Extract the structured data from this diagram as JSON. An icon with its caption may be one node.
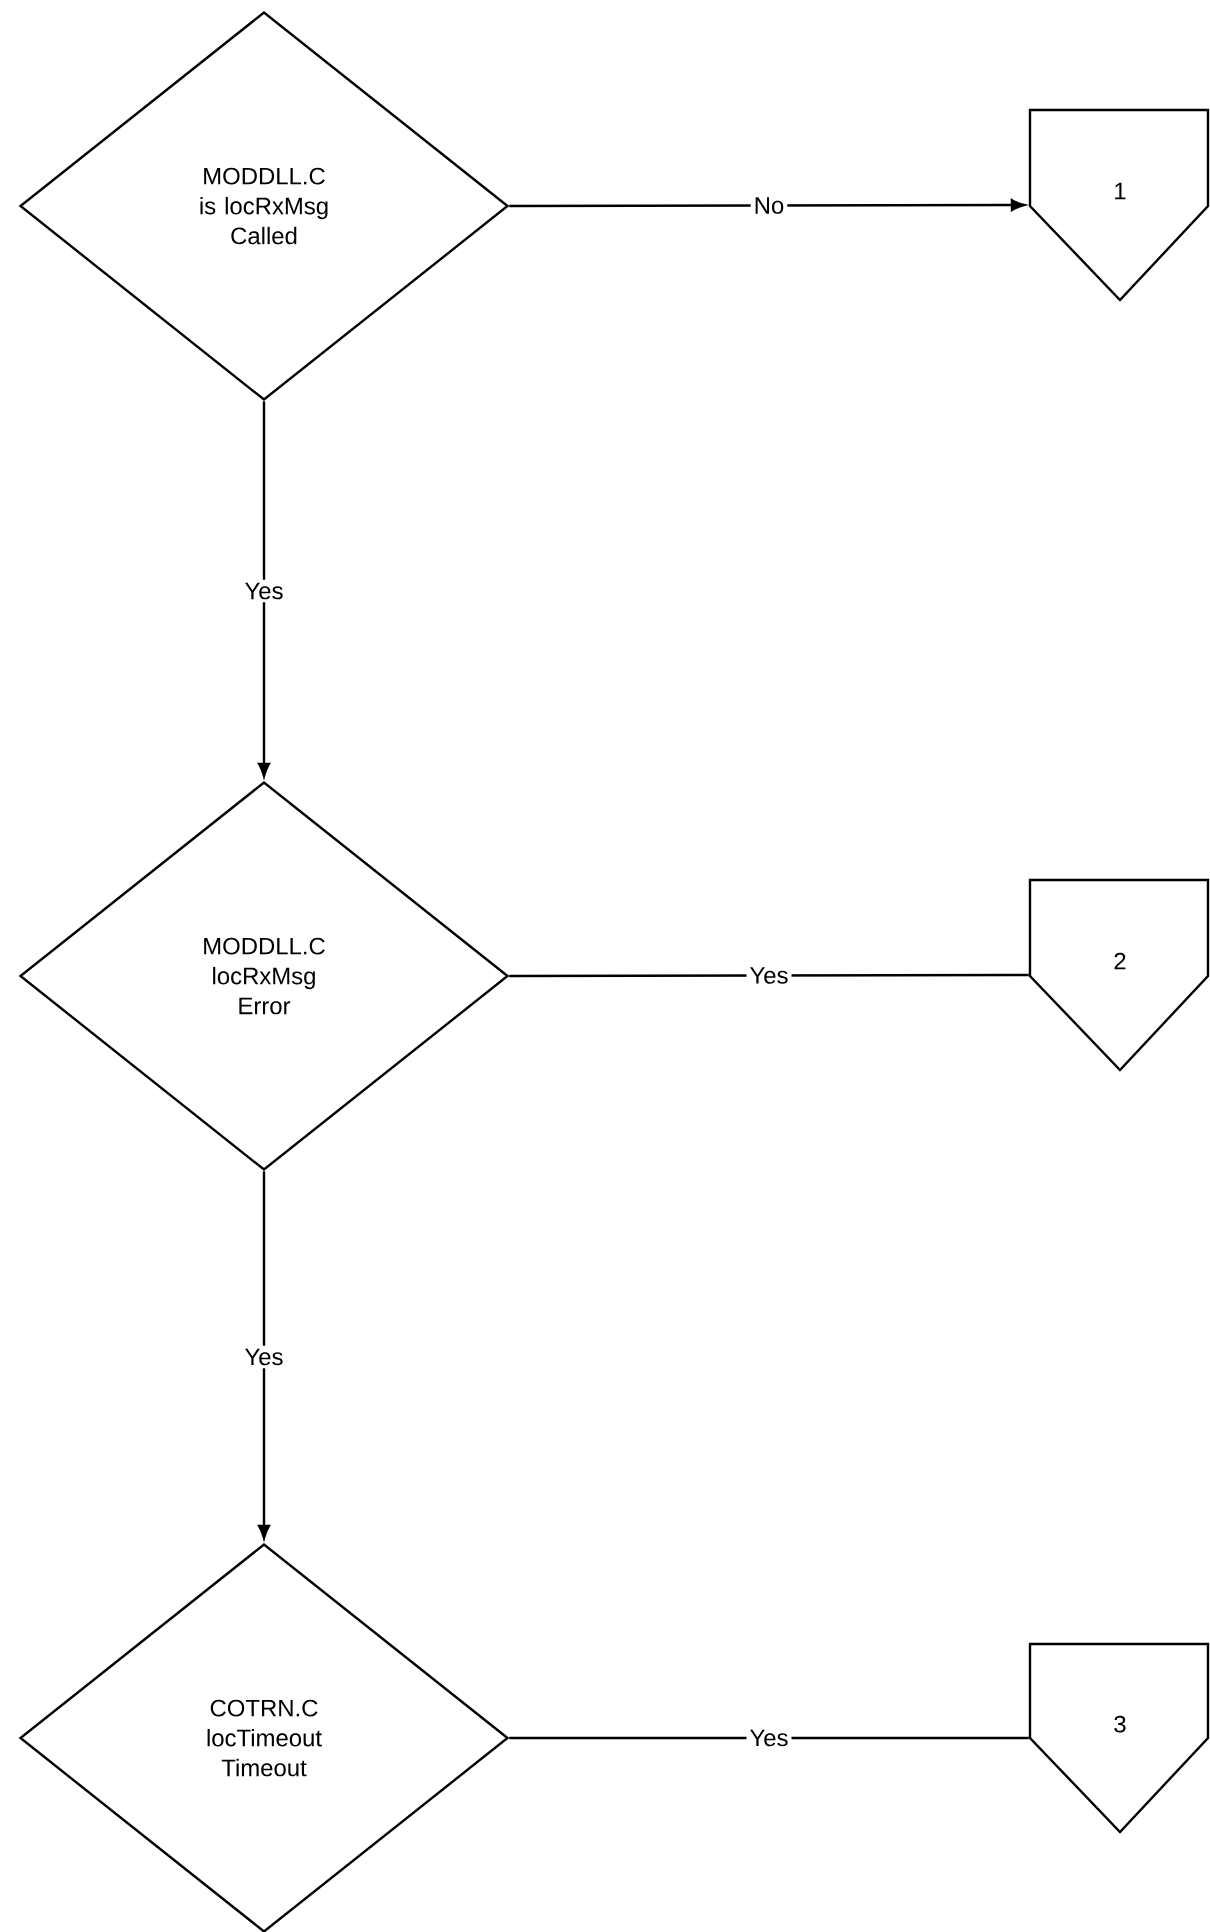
{
  "diagram": {
    "nodes": [
      {
        "text": [
          "MODDLL.C is locRxMsg Called"
        ]
      },
      {
        "text": [
          "1"
        ]
      },
      {
        "text": [
          "MODDLL.C locRxMsg Error"
        ]
      },
      {
        "text": [
          "2"
        ]
      },
      {
        "text": [
          "COTRN.C locTimeout Timeout"
        ]
      },
      {
        "text": [
          "3"
        ]
      }
    ],
    "edges": [
      {
        "from": 0,
        "to": 1,
        "arrow": "to",
        "label": "No"
      },
      {
        "from": 0,
        "to": 2,
        "arrow": "to",
        "label": "Yes"
      },
      {
        "from": 2,
        "to": 3,
        "arrow": "none",
        "label": "Yes"
      },
      {
        "from": 2,
        "to": 4,
        "arrow": "to",
        "label": "Yes"
      },
      {
        "from": 4,
        "to": 5,
        "arrow": "none",
        "label": "Yes"
      }
    ]
  }
}
